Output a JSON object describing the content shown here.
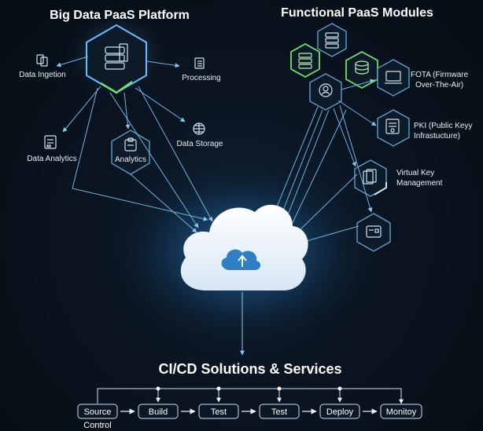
{
  "big_data": {
    "title": "Big Data PaaS Platform",
    "nodes": {
      "ingestion": "Data Ingetion",
      "processing": "Processing",
      "storage": "Data Storage",
      "analytics_left": "Data Analytics",
      "analytics_center": "Analytics"
    }
  },
  "functional": {
    "title": "Functional PaaS Modules",
    "fota": [
      "FOTA (Firmware",
      "Over-The-Air)"
    ],
    "pki": [
      "PKI (Public Keyy",
      "Infrastucture)"
    ],
    "vkm": [
      "Virtual Key",
      "Management"
    ]
  },
  "cicd": {
    "title": "CI/CD Solutions & Services",
    "steps": [
      "Source",
      "Build",
      "Test",
      "Test",
      "Deploy",
      "Monitoy"
    ],
    "step_sub": "Control"
  },
  "colors": {
    "accent_blue": "#5f9fcc",
    "accent_green": "#6fe06a",
    "background": "#0a1420"
  }
}
